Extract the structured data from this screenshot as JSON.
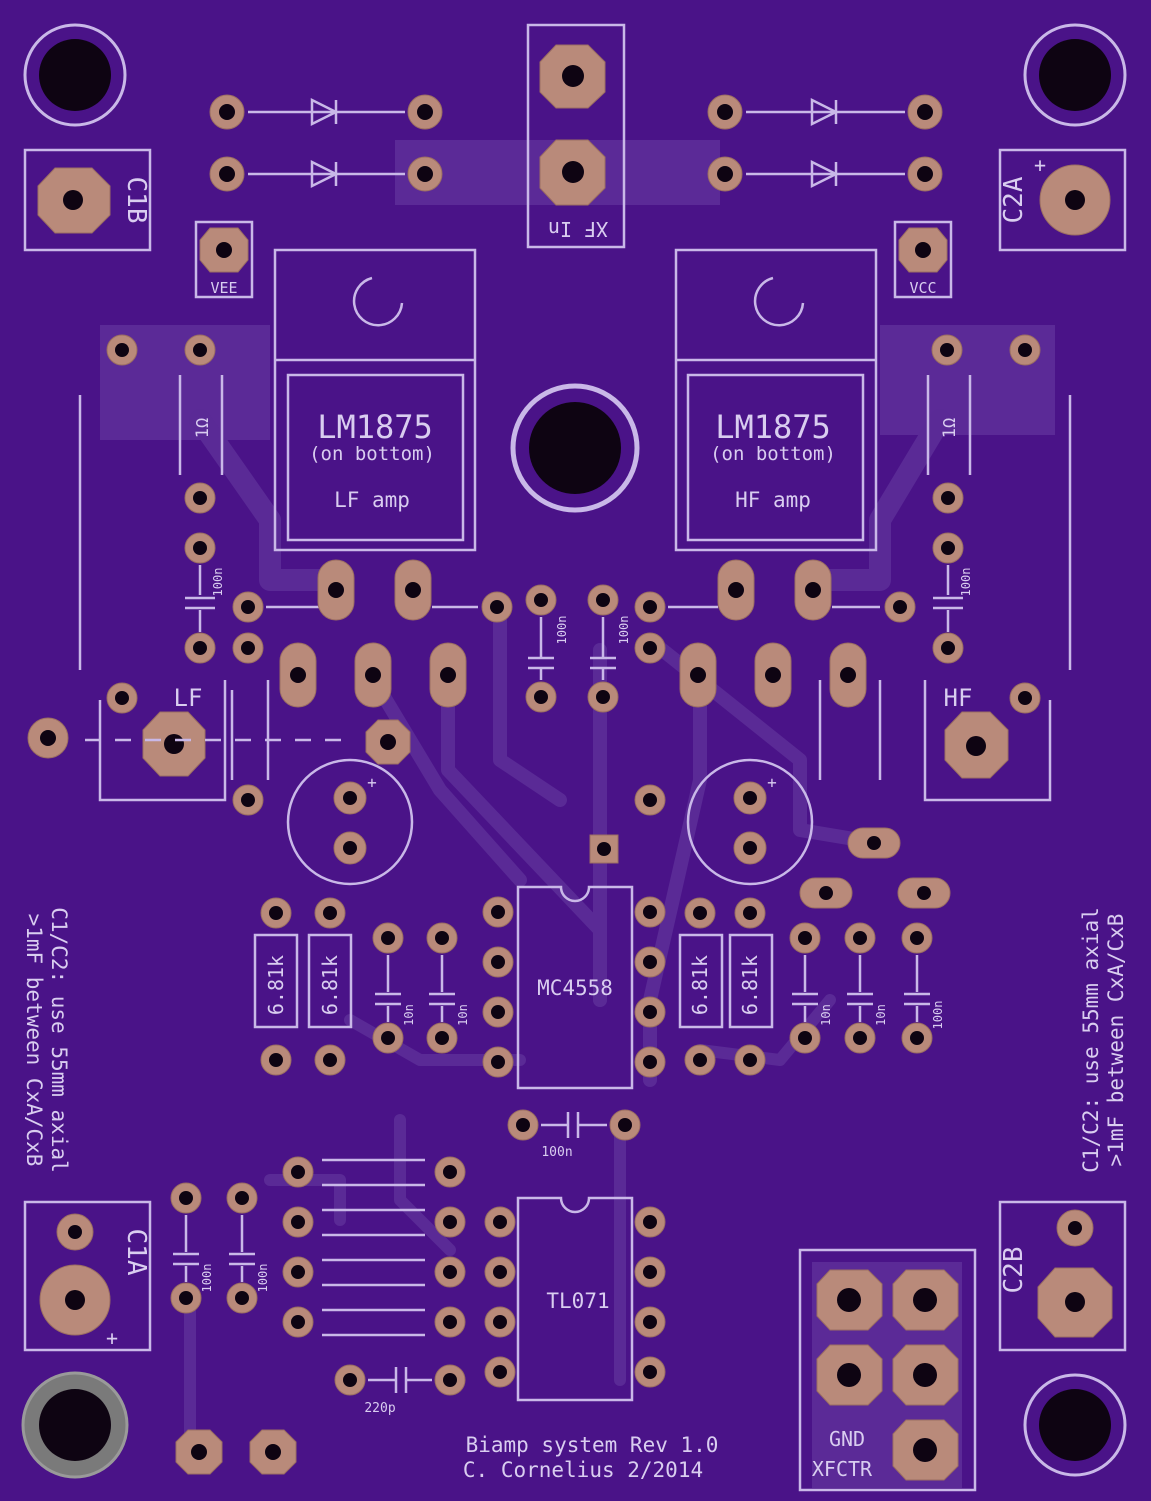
{
  "board": {
    "colors": {
      "substrate": "#4a1388",
      "silkscreen": "#d9cdf0",
      "pad": "#b98a7a",
      "drill": "#0e0412",
      "copper_pour": "#5b2a97"
    },
    "labels": {
      "xf_in": "XF In",
      "vee": "VEE",
      "vcc": "VCC",
      "c1b": "C1B",
      "c2a": "C2A",
      "c1a": "C1A",
      "c2b": "C2B",
      "plus": "+",
      "lf": "LF",
      "hf": "HF",
      "lf_chip_name": "LM1875",
      "lf_chip_note": "(on bottom)",
      "lf_chip_role": "LF amp",
      "hf_chip_name": "LM1875",
      "hf_chip_note": "(on bottom)",
      "hf_chip_role": "HF amp",
      "r_1ohm_left": "1Ω",
      "r_1ohm_right": "1Ω",
      "cap_100n_l": "100n",
      "cap_100n_r": "100n",
      "cap_100n_ml": "100n",
      "cap_100n_mr": "100n",
      "r_681k_1": "6.81k",
      "r_681k_2": "6.81k",
      "r_681k_3": "6.81k",
      "r_681k_4": "6.81k",
      "cap_10n_1": "10n",
      "cap_10n_2": "10n",
      "cap_10n_3": "10n",
      "cap_10n_4": "10n",
      "cap_100n_rr": "100n",
      "mc4558": "MC4558",
      "cap_100n_bridge": "100n",
      "tl071": "TL071",
      "cap_100n_bl1": "100n",
      "cap_100n_bl2": "100n",
      "cap_220p": "220p",
      "note_left_line1": "C1/C2: use 55mm axial",
      "note_left_line2": ">1mF between CxA/CxB",
      "note_right_line1": "C1/C2: use 55mm axial",
      "note_right_line2": ">1mF between CxA/CxB",
      "gnd": "GND",
      "xfctr": "XFCTR",
      "title_line1": "Biamp system Rev 1.0",
      "title_line2": "C. Cornelius 2/2014"
    }
  }
}
